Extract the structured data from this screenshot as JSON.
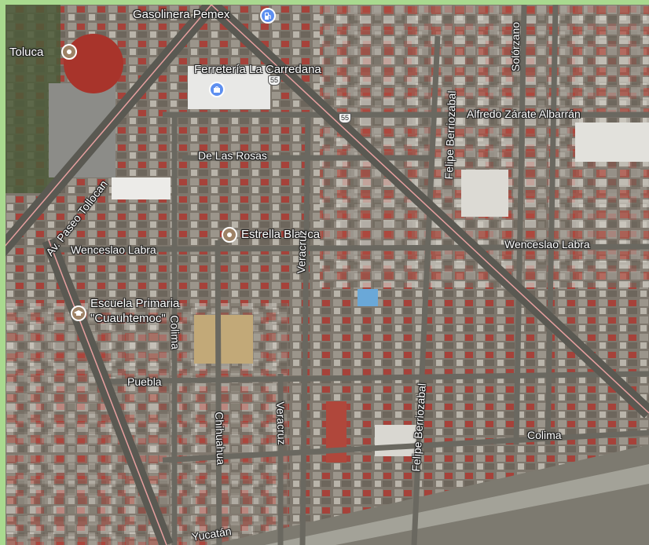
{
  "map": {
    "type": "satellite",
    "colors": {
      "frame": "#a9d98f",
      "poi_brown": "#9e8266",
      "poi_blue": "#5d8ff0",
      "avenue_stripe": "#e8a0a0"
    }
  },
  "places": {
    "gasolinera": "Gasolinera Pemex",
    "toluca": "Toluca",
    "ferreteria": "Ferretería La Carredana",
    "estrella": "Estrella Blanca",
    "escuela_line1": "Escuela Primaria",
    "escuela_line2": "\"Cuauhtemoc\""
  },
  "icons": {
    "gas": "gas-station-icon",
    "shop": "shopping-bag-icon",
    "school": "graduation-cap-icon",
    "place": "place-pin-icon"
  },
  "streets": {
    "paseo_tollocan": "Av. Paseo Tollocan",
    "solorzano": "Solórzano",
    "felipe_berriozabal": "Felipe Berriozabal",
    "alfredo": "Alfredo Zárate Albarrán",
    "de_las_rosas": "De Las Rosas",
    "wenceslao_left": "Wenceslao Labra",
    "wenceslao_right": "Wenceslao Labra",
    "veracruz_top": "Veracruz",
    "colima_v": "Colima",
    "puebla": "Puebla",
    "chihuahua": "Chihuahua",
    "veracruz_bottom": "Veracruz",
    "felipe_berriozabal_bottom": "Felipe Berriozabal",
    "colima_h": "Colima",
    "yucatan": "Yucatán"
  },
  "routes": {
    "r55a": "55",
    "r55b": "55"
  }
}
